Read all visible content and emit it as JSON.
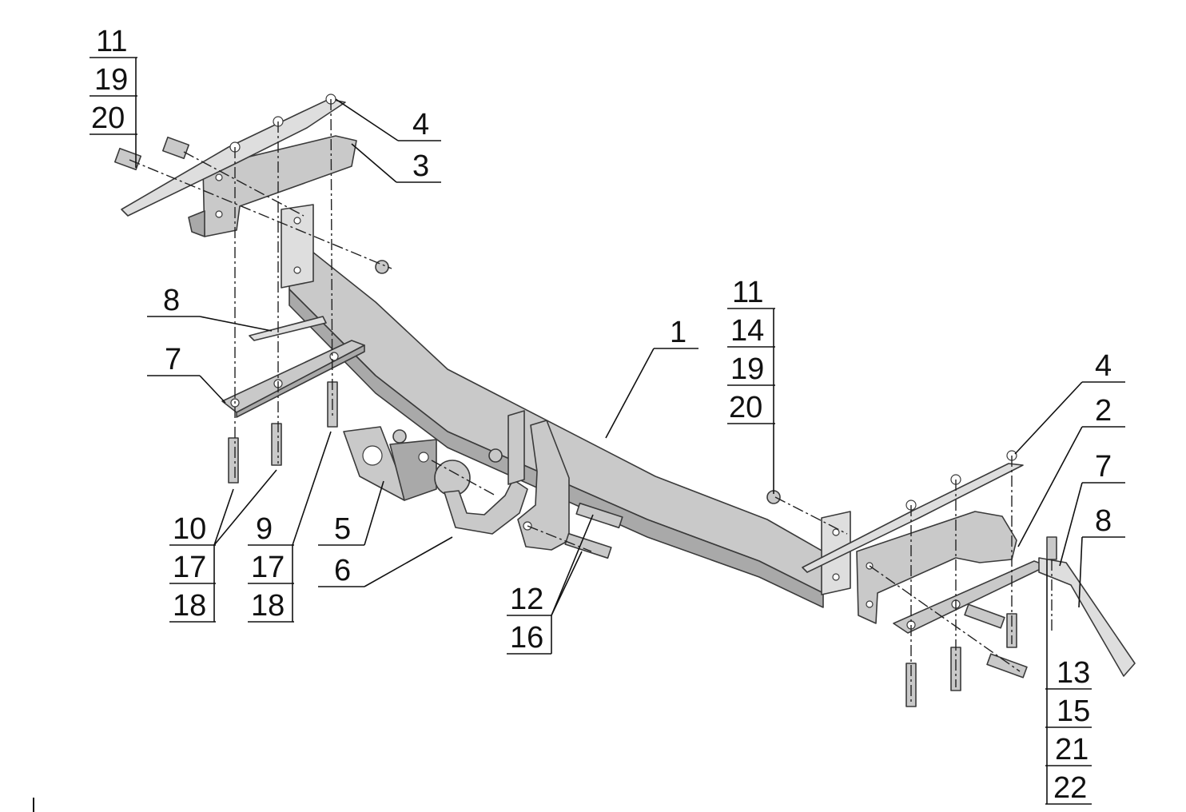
{
  "diagram": {
    "callouts": {
      "tl_stack": [
        "11",
        "19",
        "20"
      ],
      "c4_top": "4",
      "c3": "3",
      "c8_left": "8",
      "c7_left": "7",
      "c1": "1",
      "mid_stack": [
        "11",
        "14",
        "19",
        "20"
      ],
      "c4_right": "4",
      "c2": "2",
      "c7_right": "7",
      "c8_right": "8",
      "bl_stack_a": [
        "10",
        "17",
        "18"
      ],
      "bl_stack_b": [
        "9",
        "17",
        "18"
      ],
      "c5": "5",
      "c6": "6",
      "bc_stack": [
        "12",
        "16"
      ],
      "br_stack": [
        "13",
        "15",
        "21",
        "22"
      ]
    }
  }
}
